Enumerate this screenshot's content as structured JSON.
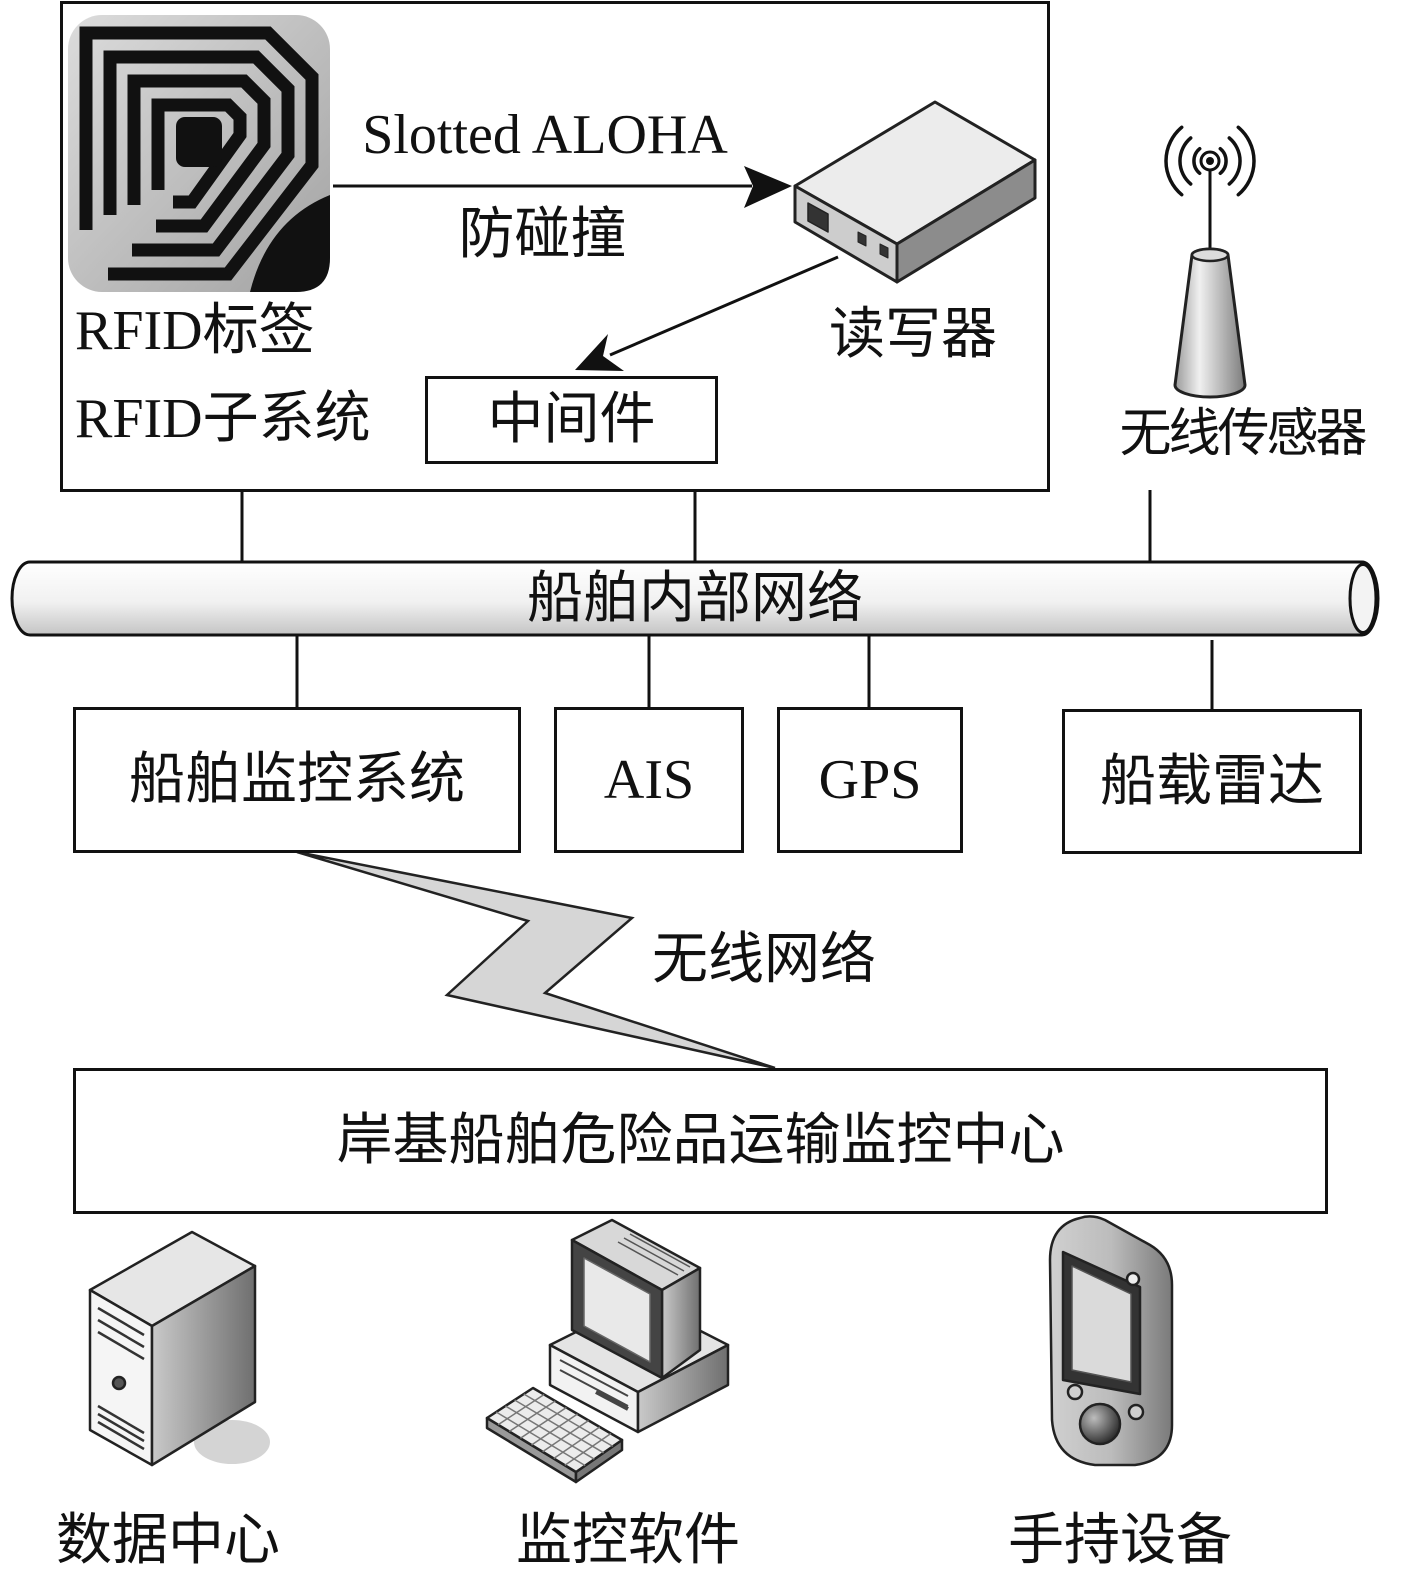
{
  "rfid_subsystem": {
    "protocol_label": "Slotted ALOHA",
    "anticollision_label": "防碰撞",
    "tag_label": "RFID标签",
    "tag_icon": "rfid-tag-icon",
    "reader_label": "读写器",
    "reader_icon": "reader-icon",
    "subsystem_label": "RFID子系统",
    "middleware_label": "中间件"
  },
  "wireless_sensor": {
    "label": "无线传感器",
    "icon": "wireless-sensor-icon"
  },
  "ship_network": {
    "label": "船舶内部网络"
  },
  "ship_systems": [
    {
      "label": "船舶监控系统"
    },
    {
      "label": "AIS"
    },
    {
      "label": "GPS"
    },
    {
      "label": "船载雷达"
    }
  ],
  "wireless_network": {
    "label": "无线网络",
    "icon": "lightning-icon"
  },
  "shore_center": {
    "label": "岸基船舶危险品运输监控中心"
  },
  "endpoints": [
    {
      "label": "数据中心",
      "icon": "server-icon"
    },
    {
      "label": "监控软件",
      "icon": "computer-icon"
    },
    {
      "label": "手持设备",
      "icon": "handheld-icon"
    }
  ],
  "colors": {
    "line": "#111111",
    "background": "#ffffff",
    "lightning_fill": "#d6d6d6",
    "icon_gray": "#a8a8a8"
  }
}
